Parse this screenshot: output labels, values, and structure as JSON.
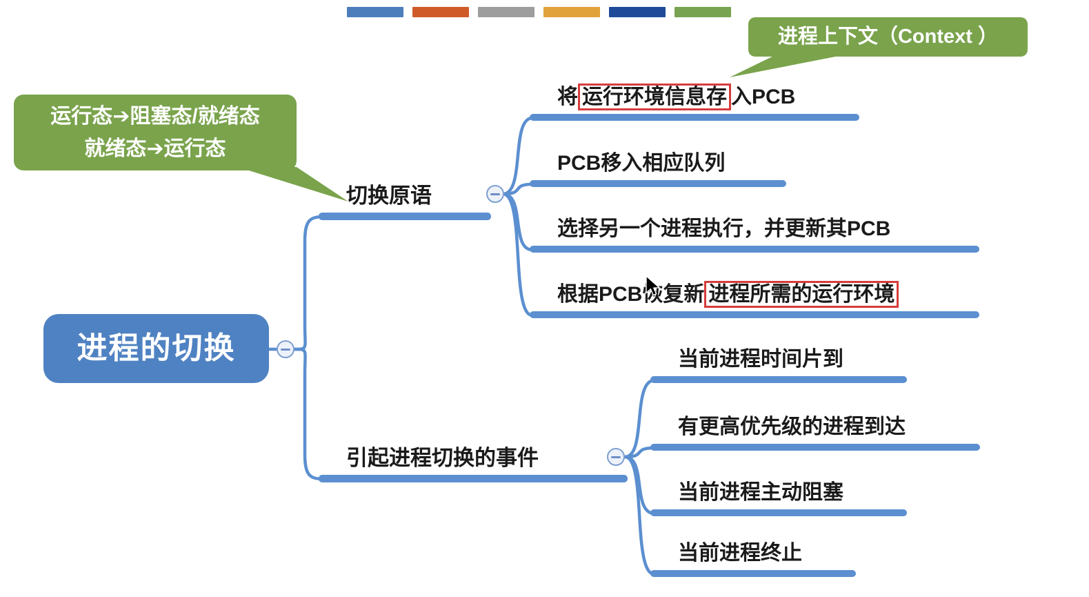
{
  "root": {
    "label": "进程的切换"
  },
  "callout_left": {
    "line1": "运行态➔阻塞态/就绪态",
    "line2": "就绪态➔运行态"
  },
  "callout_top": {
    "label": "进程上下文（Context ）"
  },
  "branch1": {
    "label": "切换原语",
    "children": [
      {
        "pre": "将",
        "mark": "运行环境信息存",
        "post": "入PCB"
      },
      {
        "pre": "PCB移入相应队列",
        "mark": "",
        "post": ""
      },
      {
        "pre": "选择另一个进程执行，并更新其PCB",
        "mark": "",
        "post": ""
      },
      {
        "pre": "根据PCB恢复新",
        "mark": "进程所需的运行环境",
        "post": ""
      }
    ]
  },
  "branch2": {
    "label": "引起进程切换的事件",
    "children": [
      {
        "pre": "当前进程时间片到",
        "mark": "",
        "post": ""
      },
      {
        "pre": "有更高优先级的进程到达",
        "mark": "",
        "post": ""
      },
      {
        "pre": "当前进程主动阻塞",
        "mark": "",
        "post": ""
      },
      {
        "pre": "当前进程终止",
        "mark": "",
        "post": ""
      }
    ]
  },
  "palette_bar": {
    "colors": [
      "#4d7ebc",
      "#cf5b28",
      "#9d9d9d",
      "#e2a23b",
      "#1e4a99",
      "#78a351"
    ]
  },
  "colors": {
    "branch_line": "#5b8fd0",
    "root_fill": "#4f82c2",
    "callout_fill": "#7aa34c",
    "highlight_box": "#d63c3c",
    "text": "#1a1a1a"
  }
}
